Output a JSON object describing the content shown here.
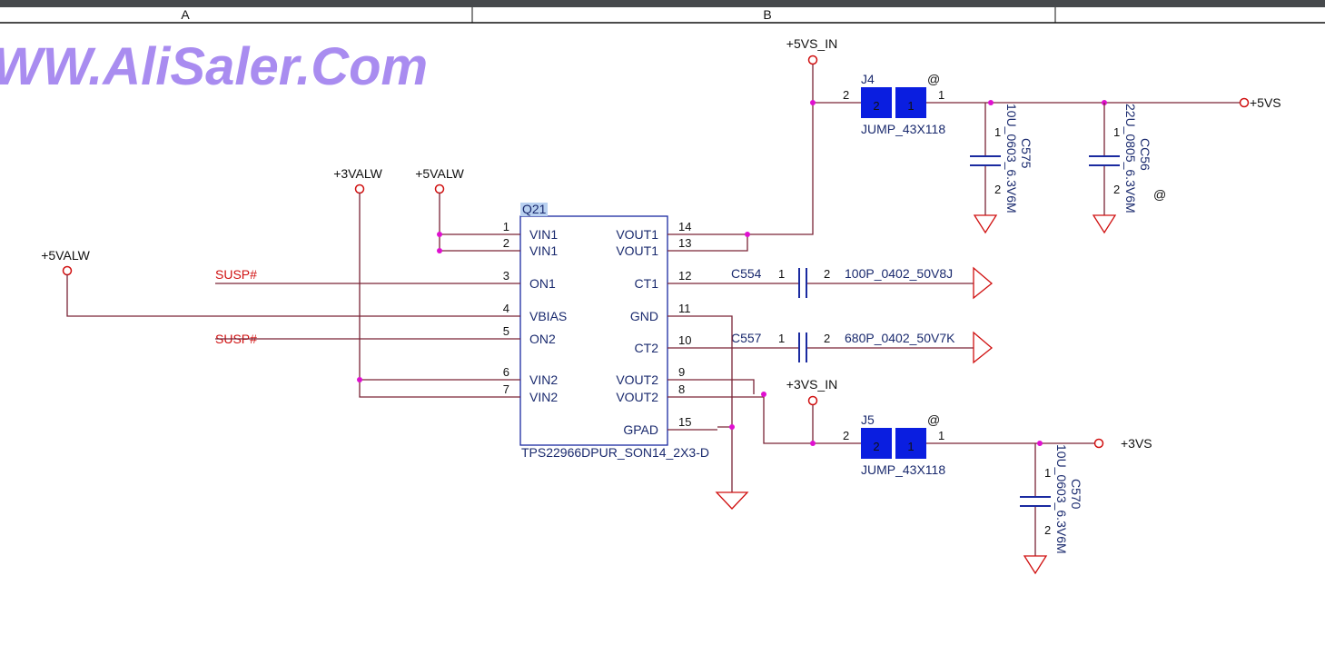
{
  "ruler": {
    "col_a": "A",
    "col_b": "B"
  },
  "watermark": "WW.AliSaler.Com",
  "colors": {
    "wire": "#7a2436",
    "net_label": "#d01010",
    "component_text": "#1a2a6e",
    "junction": "#e010d0",
    "jumper": "#0a1ee0",
    "watermark": "#a98cf0"
  },
  "ic": {
    "ref": "Q21",
    "part": "TPS22966DPUR_SON14_2X3-D",
    "left_pins": [
      {
        "num": "1",
        "name": "VIN1"
      },
      {
        "num": "2",
        "name": "VIN1"
      },
      {
        "num": "3",
        "name": "ON1"
      },
      {
        "num": "4",
        "name": "VBIAS"
      },
      {
        "num": "5",
        "name": "ON2"
      },
      {
        "num": "6",
        "name": "VIN2"
      },
      {
        "num": "7",
        "name": "VIN2"
      }
    ],
    "right_pins": [
      {
        "num": "14",
        "name": "VOUT1"
      },
      {
        "num": "13",
        "name": "VOUT1"
      },
      {
        "num": "12",
        "name": "CT1"
      },
      {
        "num": "11",
        "name": "GND"
      },
      {
        "num": "10",
        "name": "CT2"
      },
      {
        "num": "9",
        "name": "VOUT2"
      },
      {
        "num": "8",
        "name": "VOUT2"
      },
      {
        "num": "15",
        "name": "GPAD"
      }
    ]
  },
  "nets": {
    "p3valw": "+3VALW",
    "p5valw_a": "+5VALW",
    "p5valw_b": "+5VALW",
    "susp1": "SUSP#",
    "susp2": "SUSP#",
    "p5vs_in": "+5VS_IN",
    "p5vs": "+5VS",
    "p3vs_in": "+3VS_IN",
    "p3vs": "+3VS"
  },
  "jumpers": [
    {
      "ref": "J4",
      "part": "JUMP_43X118",
      "mark": "@",
      "pin_a": "2",
      "pin_b": "1"
    },
    {
      "ref": "J5",
      "part": "JUMP_43X118",
      "mark": "@",
      "pin_a": "2",
      "pin_b": "1"
    }
  ],
  "caps": {
    "c575": {
      "ref": "C575",
      "value": "10U_0603_6.3V6M",
      "p1": "1",
      "p2": "2"
    },
    "cc56": {
      "ref": "CC56",
      "value": "22U_0805_6.3V6M",
      "p1": "1",
      "p2": "2",
      "mark": "@"
    },
    "c570": {
      "ref": "C570",
      "value": "10U_0603_6.3V6M",
      "p1": "1",
      "p2": "2"
    },
    "c554": {
      "ref": "C554",
      "value": "100P_0402_50V8J",
      "p1": "1",
      "p2": "2"
    },
    "c557": {
      "ref": "C557",
      "value": "680P_0402_50V7K",
      "p1": "1",
      "p2": "2"
    }
  }
}
